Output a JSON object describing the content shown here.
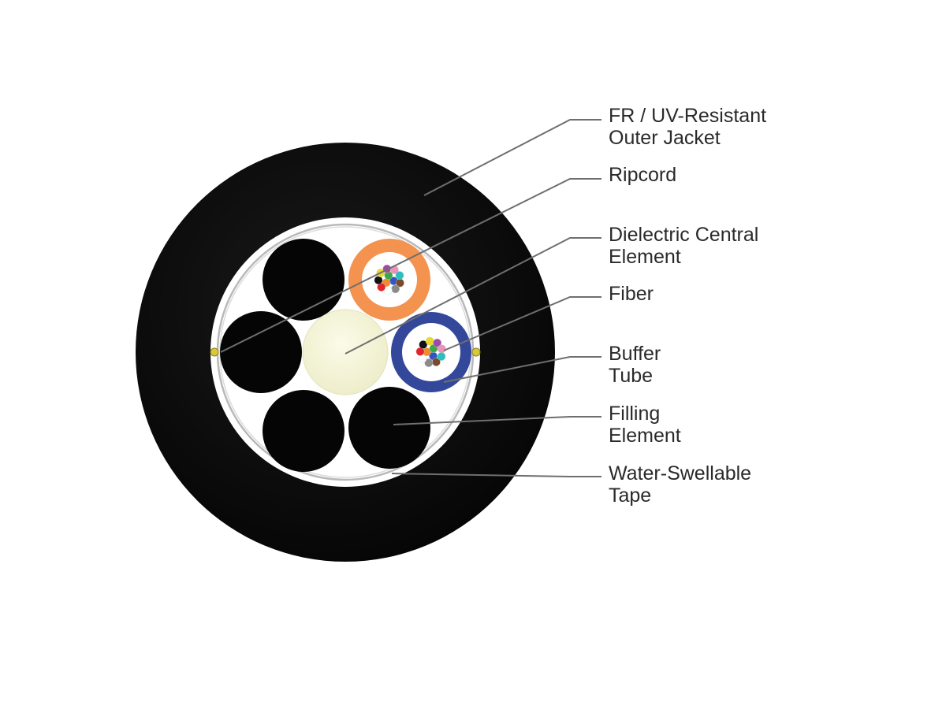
{
  "labels": [
    {
      "id": "outer-jacket",
      "lines": [
        "FR / UV-Resistant",
        "Outer Jacket"
      ]
    },
    {
      "id": "ripcord",
      "lines": [
        "Ripcord"
      ]
    },
    {
      "id": "central-element",
      "lines": [
        "Dielectric Central",
        "Element"
      ]
    },
    {
      "id": "fiber",
      "lines": [
        "Fiber"
      ]
    },
    {
      "id": "buffer-tube",
      "lines": [
        "Buffer",
        "Tube"
      ]
    },
    {
      "id": "filling-element",
      "lines": [
        "Filling",
        "Element"
      ]
    },
    {
      "id": "water-tape",
      "lines": [
        "Water-Swellable",
        "Tape"
      ]
    }
  ],
  "colors": {
    "jacket": "#0b0b0b",
    "core_background": "#ffffff",
    "tape": "#b9b9b9",
    "central_element": "#f6f5d8",
    "buffer_tube_orange": "#f4924f",
    "buffer_tube_blue": "#33479b",
    "filling_element": "#050505",
    "ripcord": "#d8c93a",
    "leader_line": "#6f6f6f",
    "label_text": "#2a2a2a",
    "fiber_colors": [
      "#2f55c8",
      "#f08a2a",
      "#3aa845",
      "#7a4a2a",
      "#8a8a8a",
      "#ffffff",
      "#e3242b",
      "#111111",
      "#e9d82b",
      "#a04aa8",
      "#f08fb9",
      "#2bc0c0"
    ]
  }
}
